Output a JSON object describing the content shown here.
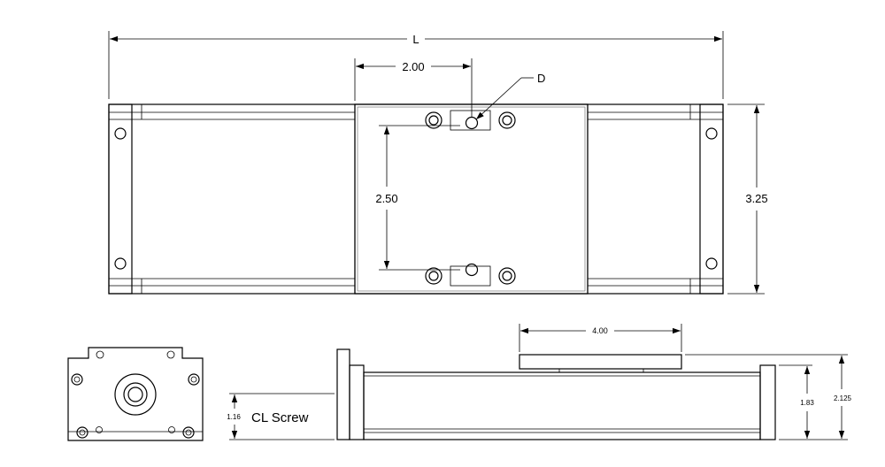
{
  "dimensions": {
    "overall_length": "L",
    "hole_offset_x": "2.00",
    "hole_diameter": "D",
    "hole_spacing_y": "2.50",
    "overall_height": "3.25",
    "carriage_length": "4.00",
    "cl_screw_height": "1.16",
    "cl_screw_label": "CL Screw",
    "base_height": "1.83",
    "total_height": "2.125"
  },
  "colors": {
    "line": "#000000",
    "background": "#ffffff"
  }
}
